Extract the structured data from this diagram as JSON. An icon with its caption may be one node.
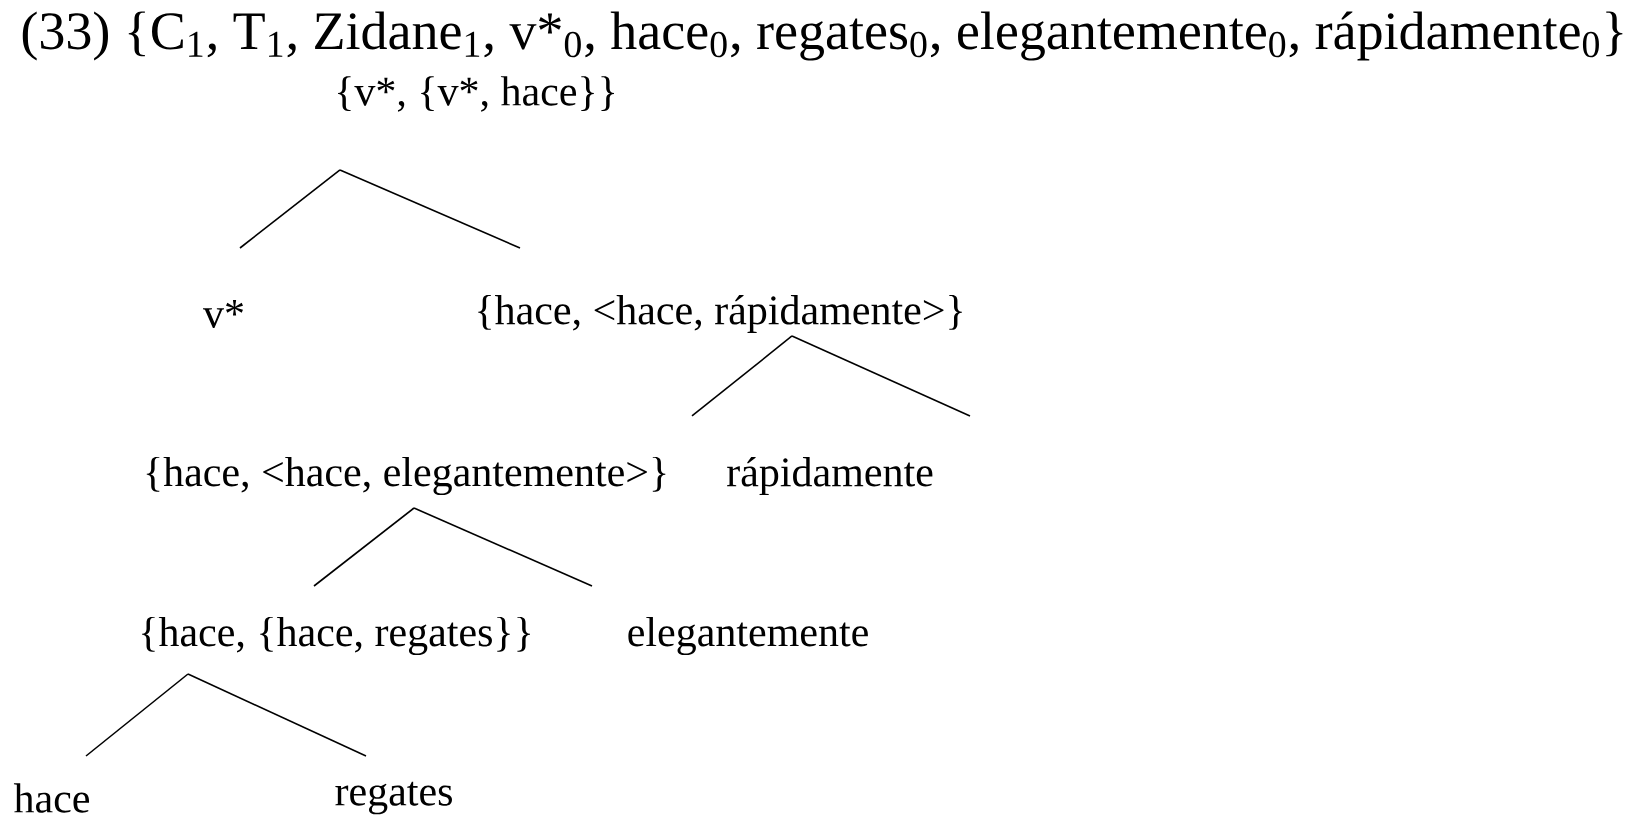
{
  "diagram": {
    "nodes": [
      {
        "text": [
          "{v*, {v*, hace}}"
        ]
      },
      {
        "text": [
          "v*"
        ]
      },
      {
        "text": [
          "{hace, <hace, rápidamente>}"
        ]
      },
      {
        "text": [
          "{hace, <hace, elegantemente>}"
        ]
      },
      {
        "text": [
          "rápidamente"
        ]
      },
      {
        "text": [
          "{hace, {hace, regates}}"
        ]
      },
      {
        "text": [
          "elegantemente"
        ]
      },
      {
        "text": [
          "hace"
        ]
      },
      {
        "text": [
          "regates"
        ]
      }
    ],
    "edges": [
      {
        "from": 0,
        "to": 1,
        "arrow": "none"
      },
      {
        "from": 0,
        "to": 2,
        "arrow": "none"
      },
      {
        "from": 2,
        "to": 3,
        "arrow": "none"
      },
      {
        "from": 2,
        "to": 4,
        "arrow": "none"
      },
      {
        "from": 3,
        "to": 5,
        "arrow": "none"
      },
      {
        "from": 3,
        "to": 6,
        "arrow": "none"
      },
      {
        "from": 5,
        "to": 7,
        "arrow": "none"
      },
      {
        "from": 5,
        "to": 8,
        "arrow": "none"
      }
    ],
    "labels": [
      "(33) {C$_{1}$, T$_{1}$, Zidane$_{1}$, v*$_{0}$, hace$_{0}$, regates$_{0}$, elegantemente$_{0}$, rápidamente$_{0}$}"
    ]
  }
}
